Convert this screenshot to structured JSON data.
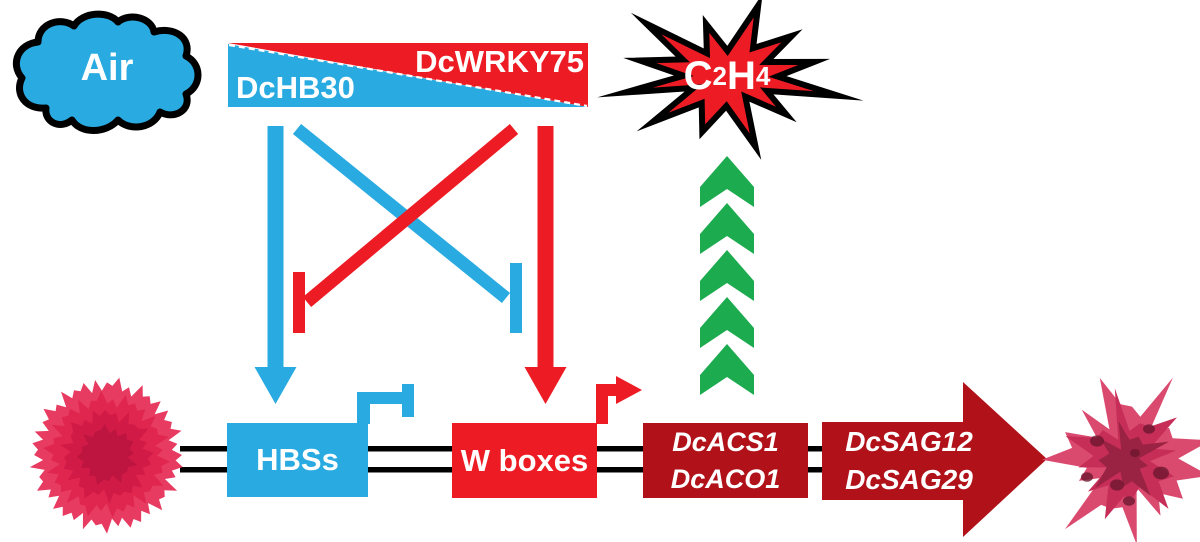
{
  "diagram": {
    "air": {
      "label": "Air"
    },
    "balance": {
      "left_gene": "DcHB30",
      "right_gene": "DcWRKY75"
    },
    "ethylene": {
      "c": "C",
      "two": "2",
      "h": "H",
      "four": "4"
    },
    "promoter_elements": {
      "hbs": "HBSs",
      "wbox": "W boxes"
    },
    "genes": {
      "acs": "DcACS1",
      "aco": "DcACO1",
      "sag12": "DcSAG12",
      "sag29": "DcSAG29"
    },
    "relations": [
      {
        "source": "DcHB30",
        "target": "HBSs",
        "type": "activation",
        "color": "blue"
      },
      {
        "source": "DcWRKY75",
        "target": "W boxes",
        "type": "activation",
        "color": "red"
      },
      {
        "source": "DcHB30",
        "target": "DcWRKY75 activation of W boxes",
        "type": "inhibition",
        "color": "blue"
      },
      {
        "source": "DcWRKY75",
        "target": "DcHB30 activation of HBSs",
        "type": "inhibition",
        "color": "red"
      },
      {
        "source": "DcACS1/DcACO1",
        "target": "C2H4",
        "type": "promotion",
        "color": "green"
      }
    ],
    "colors": {
      "blue": "#29ABE2",
      "red": "#ED1C24",
      "dark_red": "#B1121A",
      "green": "#1CAB4F",
      "black": "#000000",
      "white": "#FFFFFF"
    }
  }
}
